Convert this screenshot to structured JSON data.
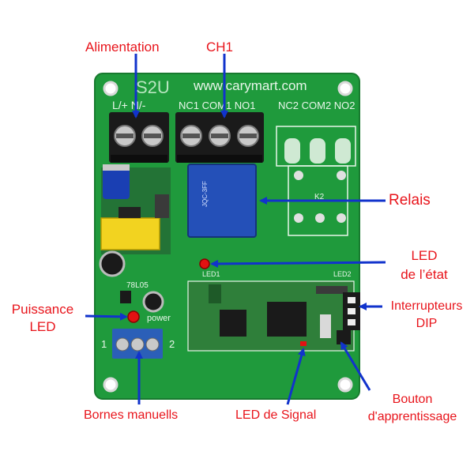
{
  "board": {
    "model": "S2U",
    "website": "www.carymart.com",
    "silk_power": "L/+ N/-",
    "silk_ch1": "NC1 COM1 NO1",
    "silk_ch2": "NC2 COM2 NO2",
    "silk_led1": "LED1",
    "silk_led2": "LED2",
    "silk_78l05": "78L05",
    "silk_power_led": "power",
    "silk_k2": "K2",
    "silk_term1": "1",
    "silk_term2": "2",
    "relay_text": "JQC-3FF"
  },
  "labels": {
    "alimentation": "Alimentation",
    "ch1": "CH1",
    "relais": "Relais",
    "led_etat_1": "LED",
    "led_etat_2": "de l’état",
    "puissance_1": "Puissance",
    "puissance_2": "LED",
    "dip_1": "Interrupteurs",
    "dip_2": "DIP",
    "bornes": "Bornes manuells",
    "led_signal": "LED de Signal",
    "bouton_1": "Bouton",
    "bouton_2": "d'apprentissage"
  },
  "colors": {
    "pcb": "#1f9a3c",
    "label_red": "#e8141b",
    "arrow_blue": "#1133cc",
    "terminal_black": "#1a1a1a",
    "terminal_blue": "#2b5fb8"
  }
}
